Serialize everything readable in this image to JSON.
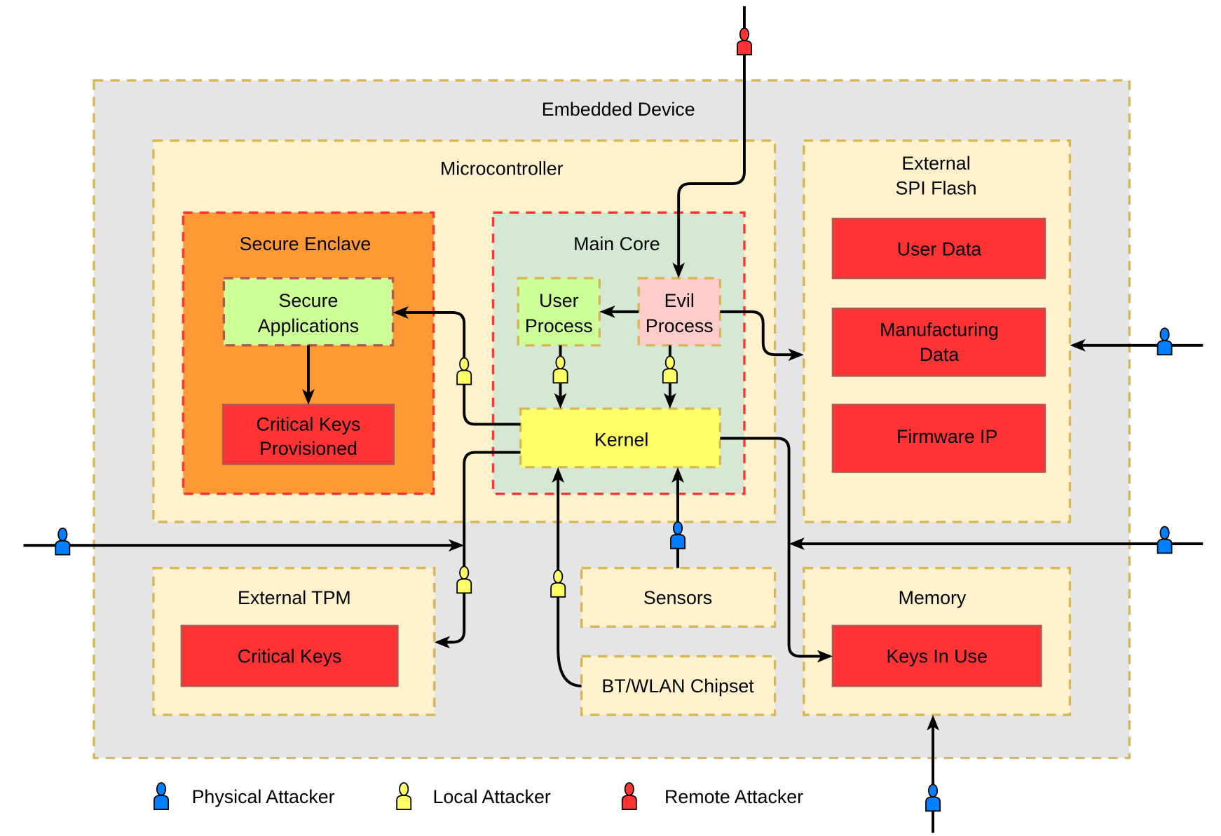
{
  "diagram": {
    "title": "Embedded Device",
    "containers": {
      "embedded_device": "Embedded Device",
      "microcontroller": "Microcontroller",
      "secure_enclave": "Secure Enclave",
      "main_core": "Main Core",
      "external_spi_flash": [
        "External",
        "SPI Flash"
      ],
      "external_tpm": "External TPM",
      "memory": "Memory"
    },
    "nodes": {
      "secure_applications": [
        "Secure",
        "Applications"
      ],
      "critical_keys_provisioned": [
        "Critical Keys",
        "Provisioned"
      ],
      "user_process": [
        "User",
        "Process"
      ],
      "evil_process": [
        "Evil",
        "Process"
      ],
      "kernel": "Kernel",
      "user_data": "User Data",
      "manufacturing_data": [
        "Manufacturing",
        "Data"
      ],
      "firmware_ip": "Firmware IP",
      "critical_keys": "Critical Keys",
      "sensors": "Sensors",
      "bt_wlan_chipset": "BT/WLAN Chipset",
      "keys_in_use": "Keys In Use"
    },
    "edges": [
      {
        "from": "remote-attacker",
        "to": "evil_process"
      },
      {
        "from": "evil_process",
        "to": "user_process"
      },
      {
        "from": "evil_process",
        "to": "external_spi_flash"
      },
      {
        "from": "user_process",
        "to": "kernel",
        "attacker": "local"
      },
      {
        "from": "evil_process",
        "to": "kernel",
        "attacker": "local"
      },
      {
        "from": "kernel",
        "to": "secure_applications",
        "attacker": "local"
      },
      {
        "from": "secure_applications",
        "to": "critical_keys_provisioned"
      },
      {
        "from": "kernel",
        "to": "external_tpm",
        "attacker": "local"
      },
      {
        "from": "physical-attacker-left",
        "to": "kernel-tpm-bus",
        "attacker": "physical"
      },
      {
        "from": "bt_wlan_chipset",
        "to": "kernel",
        "attacker": "local"
      },
      {
        "from": "sensors",
        "to": "kernel",
        "attacker": "physical"
      },
      {
        "from": "kernel",
        "to": "keys_in_use"
      },
      {
        "from": "physical-attacker-right-top",
        "to": "external_spi_flash",
        "attacker": "physical"
      },
      {
        "from": "physical-attacker-right-bottom",
        "to": "kernel-memory-bus",
        "attacker": "physical"
      },
      {
        "from": "physical-attacker-bottom",
        "to": "memory",
        "attacker": "physical"
      }
    ]
  },
  "legend": {
    "items": [
      {
        "label": "Physical Attacker",
        "icon": "physical-attacker-icon",
        "color": "#007fff"
      },
      {
        "label": "Local Attacker",
        "icon": "local-attacker-icon",
        "color": "#ffff66"
      },
      {
        "label": "Remote Attacker",
        "icon": "remote-attacker-icon",
        "color": "#ff3333"
      }
    ]
  },
  "colors": {
    "physical": "#007fff",
    "local": "#ffff66",
    "remote": "#ff3333",
    "asset": "#ff3333",
    "container_border": "#d6b656",
    "trust_boundary": "#ff3333"
  }
}
